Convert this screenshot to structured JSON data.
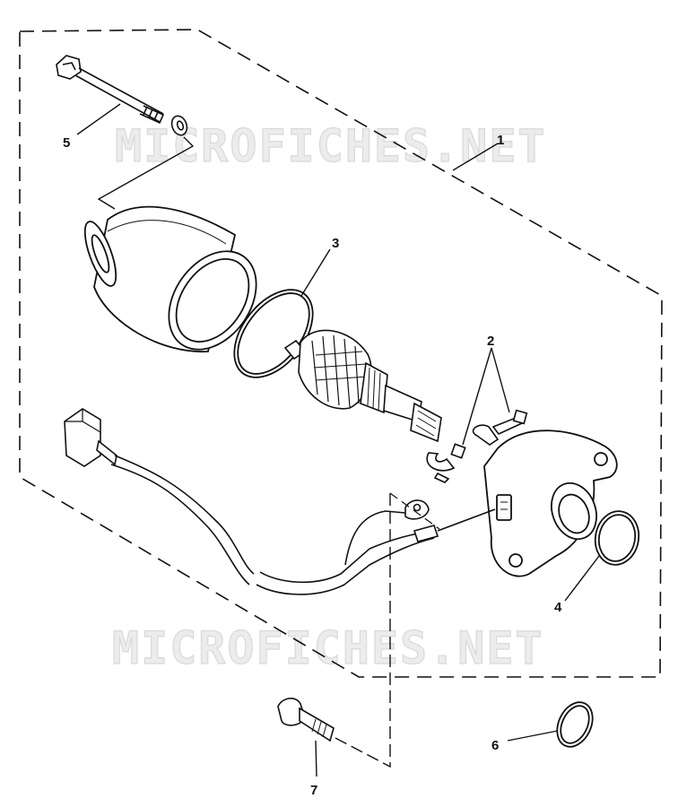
{
  "watermark": {
    "text": "MICROFICHES.NET"
  },
  "callouts": {
    "c1": "1",
    "c2": "2",
    "c3": "3",
    "c4": "4",
    "c5": "5",
    "c6": "6",
    "c7": "7"
  }
}
